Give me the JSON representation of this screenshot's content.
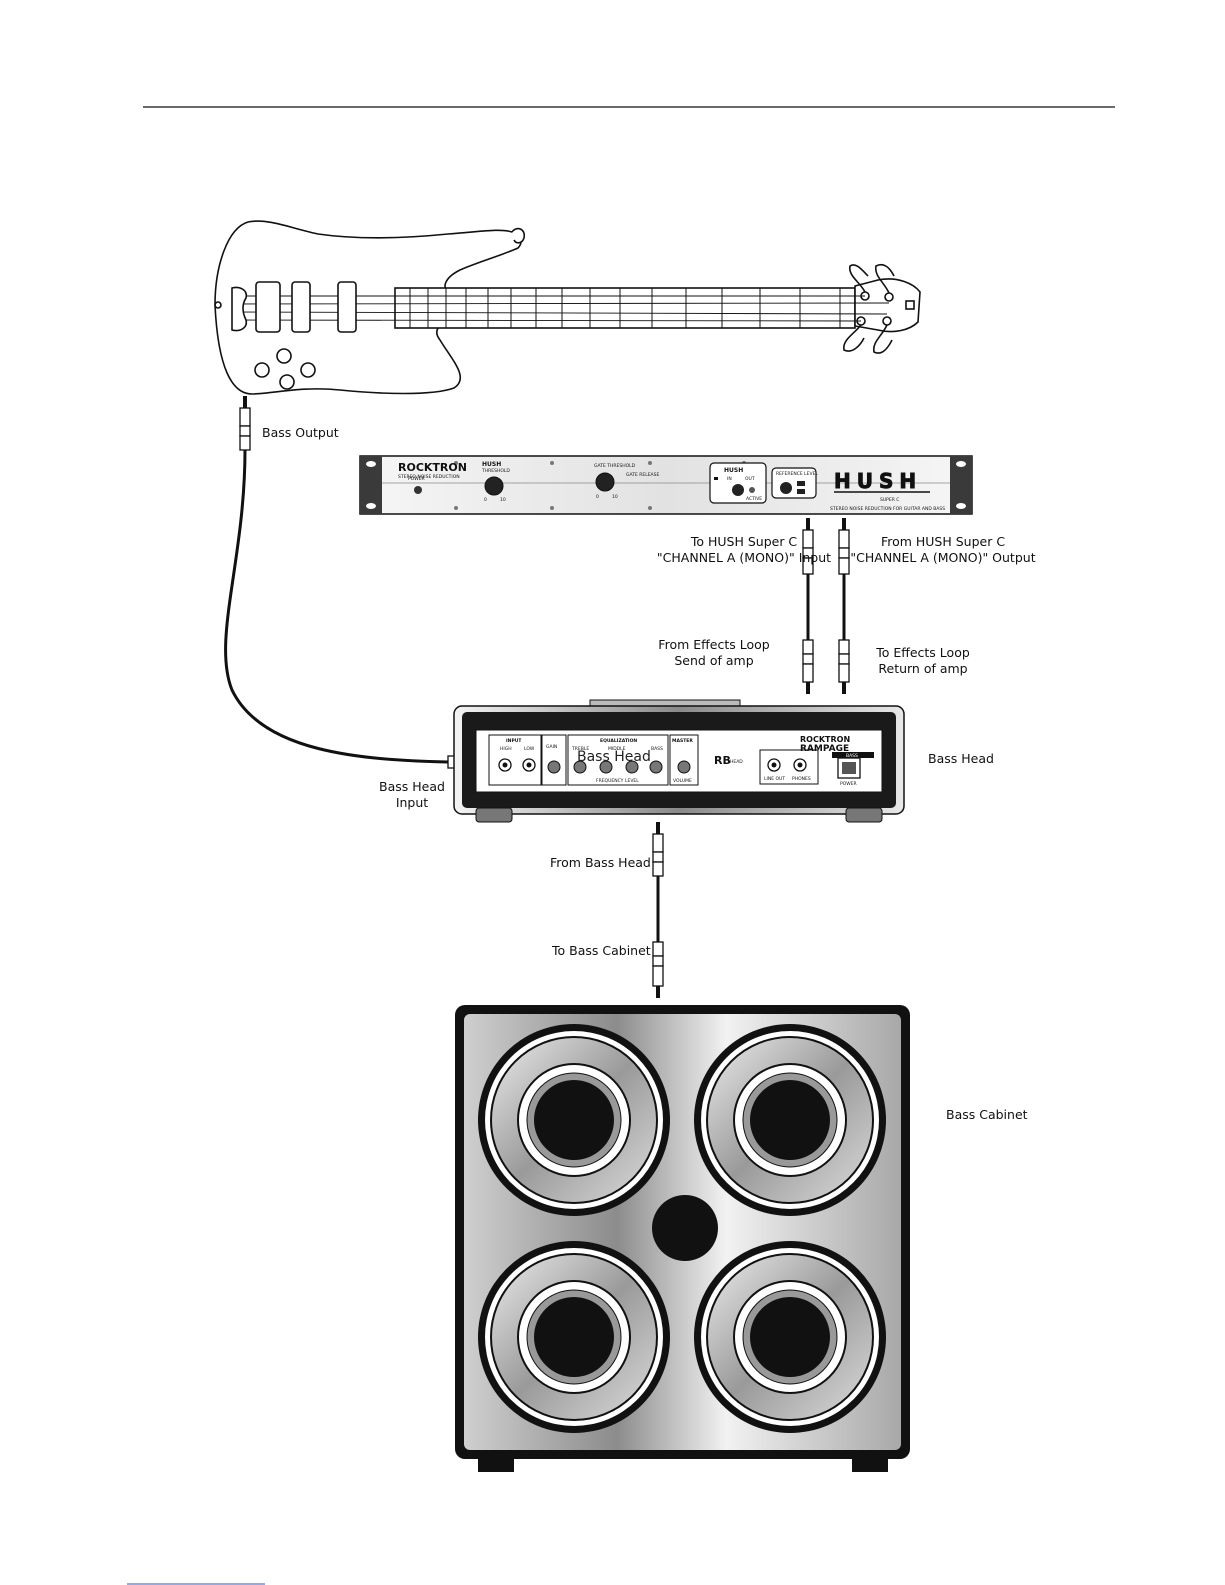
{
  "labels": {
    "bass_output": "Bass Output",
    "hush_input": [
      "To HUSH Super C",
      "\"CHANNEL A (MONO)\" Input"
    ],
    "hush_output": [
      "From HUSH Super C",
      "\"CHANNEL A (MONO)\" Output"
    ],
    "effects_send": [
      "From Effects Loop",
      "Send of amp"
    ],
    "effects_return": [
      "To Effects Loop",
      "Return of amp"
    ],
    "bass_head": "Bass Head",
    "bass_head_overlay": "Bass Head",
    "bass_head_input": [
      "Bass Head",
      "Input"
    ],
    "from_bass_head": "From Bass Head",
    "to_bass_cabinet": "To Bass Cabinet",
    "bass_cabinet": "Bass Cabinet"
  },
  "hush_unit": {
    "brand": "ROCKTRON",
    "brand_sub": "STEREO NOISE REDUCTION",
    "power": "POWER",
    "hush_threshold_title": "HUSH",
    "hush_threshold_sub": "THRESHOLD",
    "gate_threshold": "GATE THRESHOLD",
    "gate_release": "GATE RELEASE",
    "scale_min": "0",
    "scale_max": "10",
    "hush_box_title": "HUSH",
    "hush_in": "IN",
    "hush_out": "OUT",
    "hush_active": "ACTIVE",
    "ref_level": "REFERENCE LEVEL",
    "logo": "HUSH",
    "logo_sub": "SUPER C",
    "logo_caption": "STEREO NOISE REDUCTION FOR GUITAR AND BASS"
  },
  "amp_head": {
    "input": "INPUT",
    "high": "HIGH",
    "low": "LOW",
    "gain": "GAIN",
    "equalization": "EQUALIZATION",
    "treble": "TREBLE",
    "middle": "MIDDLE",
    "bass": "BASS",
    "frequency": "FREQUENCY",
    "level": "LEVEL",
    "master": "MASTER",
    "volume": "VOLUME",
    "rb_logo": "RB",
    "rb_sub": "HEAD",
    "line_out": "LINE OUT",
    "phones": "PHONES",
    "brand": "ROCKTRON",
    "model": "RAMPAGE",
    "model_sub": "BASS",
    "power": "POWER"
  }
}
